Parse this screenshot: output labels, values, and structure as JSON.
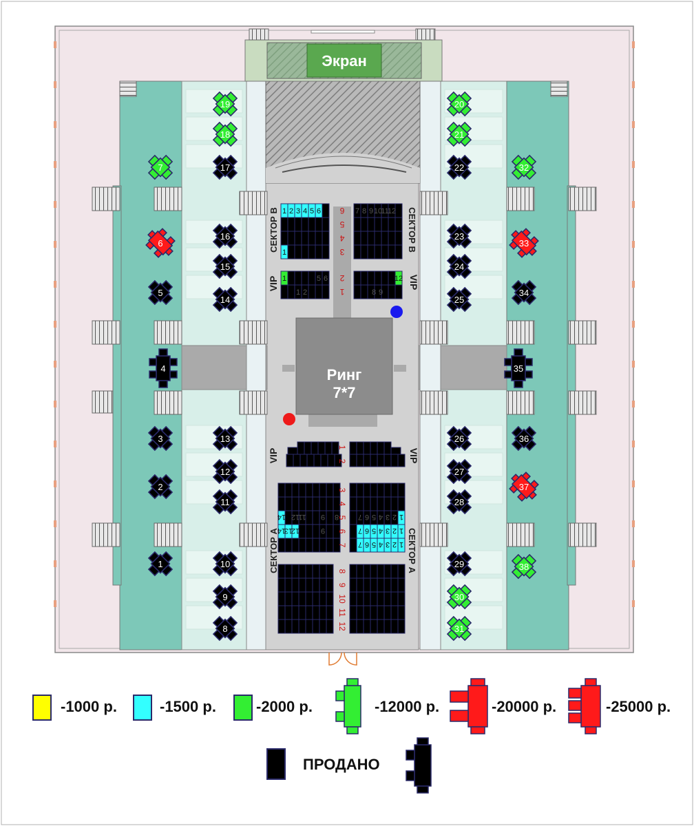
{
  "screen_label": "Экран",
  "ring_line1": "Ринг",
  "ring_line2": "7*7",
  "sector_a": "СЕКТОР А",
  "sector_b": "СЕКТОР В",
  "vip": "VIP",
  "sold_label": "ПРОДАНО",
  "colors": {
    "sold": "#000000",
    "c1000": "#ffff00",
    "c1500": "#33ffff",
    "c2000": "#33ee33",
    "c12000": "#33ee33",
    "c20000": "#ff1a1a",
    "c25000": "#ff1a1a",
    "border": "#2a2a6a"
  },
  "legend": [
    {
      "kind": "square",
      "color": "#ffff00",
      "label": "-1000 р."
    },
    {
      "kind": "square",
      "color": "#33ffff",
      "label": "-1500 р."
    },
    {
      "kind": "square",
      "color": "#33ee33",
      "label": "-2000 р."
    },
    {
      "kind": "table4",
      "color": "#33ee33",
      "label": "-12000 р."
    },
    {
      "kind": "table6",
      "color": "#ff1a1a",
      "label": "-20000 р."
    },
    {
      "kind": "table8",
      "color": "#ff1a1a",
      "label": "-25000 р."
    }
  ],
  "top_rows": [
    "6",
    "5",
    "4",
    "3",
    "2",
    "1"
  ],
  "bottom_rows": [
    "1",
    "2",
    "3",
    "4",
    "5",
    "6",
    "7",
    "8",
    "9",
    "10",
    "11",
    "12"
  ],
  "seat_labels": {
    "b_left_top": [
      "1",
      "2",
      "3",
      "4",
      "5",
      "6"
    ],
    "b_left_row3": "1",
    "b_right_top": [
      "7",
      "8",
      "9",
      "10",
      "11",
      "12"
    ],
    "vip_top_left_row2": [
      "1",
      "5",
      "6"
    ],
    "vip_top_left_row1": [
      "1",
      "2"
    ],
    "vip_top_right_row2": [
      "12"
    ],
    "vip_top_right_row1": [
      "8",
      "9"
    ],
    "a_left_row5": [
      "14",
      "12",
      "11",
      "9",
      "8"
    ],
    "a_left_row6": [
      "14",
      "13",
      "12",
      "9"
    ],
    "a_right_row5": [
      "1",
      "2",
      "3",
      "4",
      "5",
      "6",
      "7"
    ],
    "a_right_row6": [
      "1",
      "2",
      "3",
      "4",
      "5",
      "6",
      "7"
    ],
    "a_right_row7": [
      "1",
      "2",
      "3",
      "4",
      "5",
      "6",
      "7"
    ]
  },
  "tables": [
    {
      "n": "19",
      "status": "c12000"
    },
    {
      "n": "18",
      "status": "c12000"
    },
    {
      "n": "17",
      "status": "sold"
    },
    {
      "n": "7",
      "status": "c12000"
    },
    {
      "n": "16",
      "status": "sold"
    },
    {
      "n": "15",
      "status": "sold"
    },
    {
      "n": "14",
      "status": "sold"
    },
    {
      "n": "6",
      "status": "c20000"
    },
    {
      "n": "5",
      "status": "sold"
    },
    {
      "n": "4",
      "status": "sold"
    },
    {
      "n": "13",
      "status": "sold"
    },
    {
      "n": "12",
      "status": "sold"
    },
    {
      "n": "11",
      "status": "sold"
    },
    {
      "n": "3",
      "status": "sold"
    },
    {
      "n": "2",
      "status": "sold"
    },
    {
      "n": "10",
      "status": "sold"
    },
    {
      "n": "9",
      "status": "sold"
    },
    {
      "n": "8",
      "status": "sold"
    },
    {
      "n": "1",
      "status": "sold"
    },
    {
      "n": "20",
      "status": "c12000"
    },
    {
      "n": "21",
      "status": "c12000"
    },
    {
      "n": "22",
      "status": "sold"
    },
    {
      "n": "32",
      "status": "c12000"
    },
    {
      "n": "23",
      "status": "sold"
    },
    {
      "n": "24",
      "status": "sold"
    },
    {
      "n": "25",
      "status": "sold"
    },
    {
      "n": "33",
      "status": "c20000"
    },
    {
      "n": "34",
      "status": "sold"
    },
    {
      "n": "35",
      "status": "sold"
    },
    {
      "n": "26",
      "status": "sold"
    },
    {
      "n": "27",
      "status": "sold"
    },
    {
      "n": "28",
      "status": "sold"
    },
    {
      "n": "36",
      "status": "sold"
    },
    {
      "n": "37",
      "status": "c20000"
    },
    {
      "n": "29",
      "status": "sold"
    },
    {
      "n": "30",
      "status": "c12000"
    },
    {
      "n": "31",
      "status": "c12000"
    },
    {
      "n": "38",
      "status": "c12000"
    }
  ]
}
